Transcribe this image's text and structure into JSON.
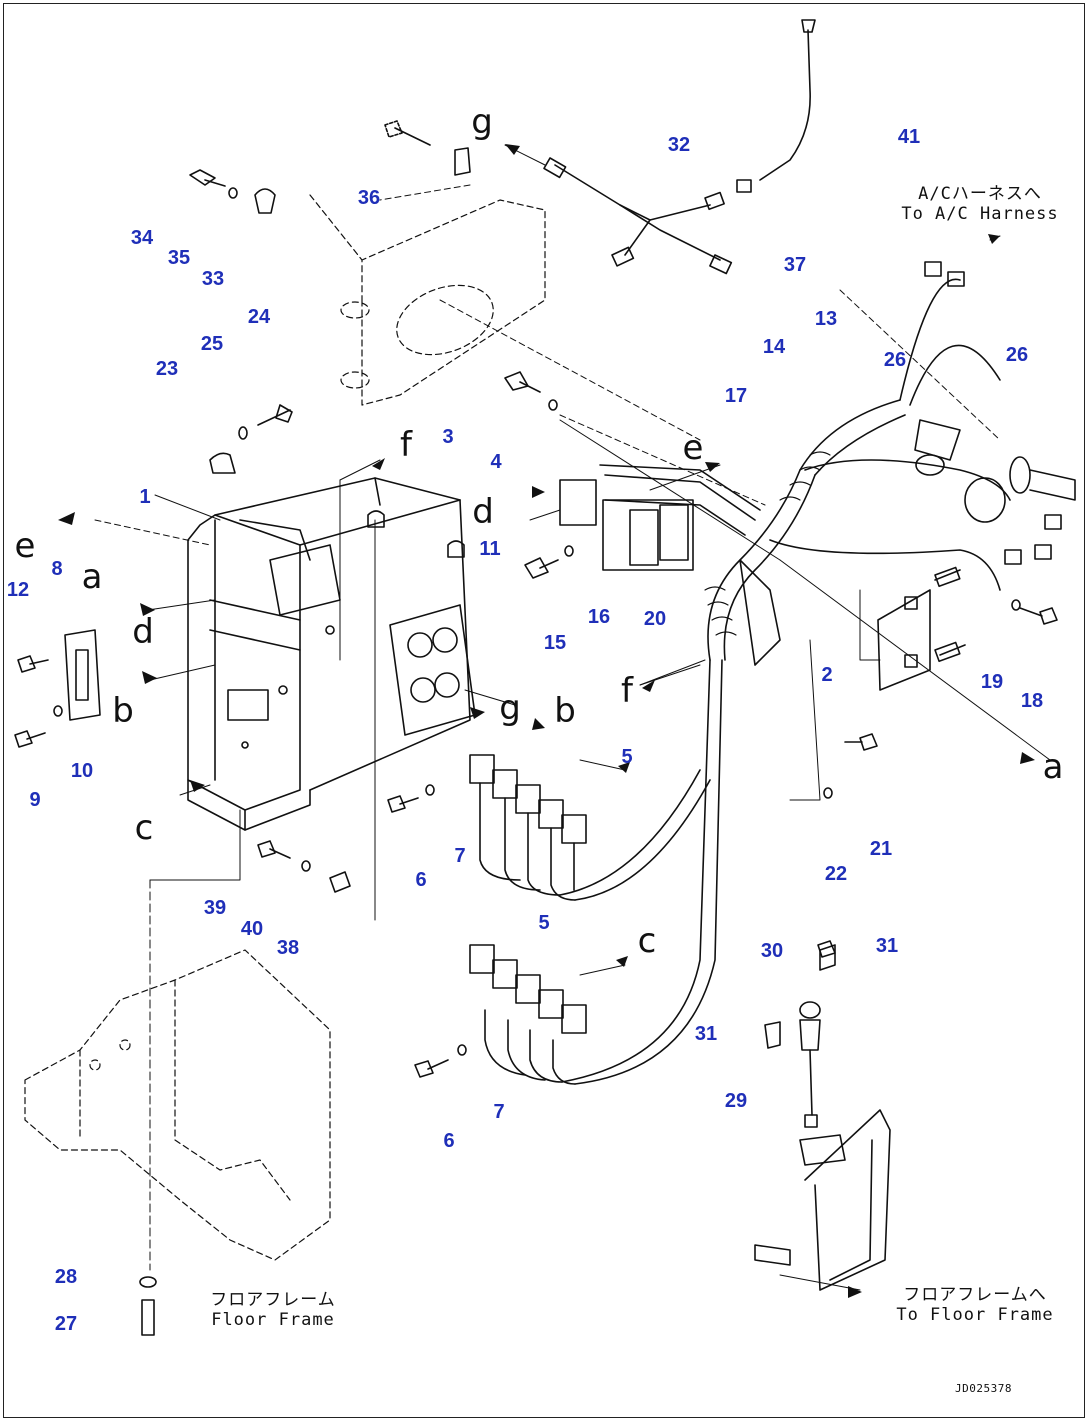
{
  "callouts": {
    "c1": "1",
    "c2": "2",
    "c3": "3",
    "c4": "4",
    "c5a": "5",
    "c5b": "5",
    "c6a": "6",
    "c6b": "6",
    "c7a": "7",
    "c7b": "7",
    "c8": "8",
    "c9": "9",
    "c10": "10",
    "c11": "11",
    "c12": "12",
    "c13": "13",
    "c14": "14",
    "c15": "15",
    "c16": "16",
    "c17": "17",
    "c18": "18",
    "c19": "19",
    "c20": "20",
    "c21": "21",
    "c22": "22",
    "c23": "23",
    "c24": "24",
    "c25": "25",
    "c26a": "26",
    "c26b": "26",
    "c27": "27",
    "c28": "28",
    "c29": "29",
    "c30": "30",
    "c31a": "31",
    "c31b": "31",
    "c32": "32",
    "c33": "33",
    "c34": "34",
    "c35": "35",
    "c36": "36",
    "c37": "37",
    "c38": "38",
    "c39": "39",
    "c40": "40",
    "c41": "41"
  },
  "refs": {
    "a_right": "a",
    "a_left": "a",
    "b_left": "b",
    "b_center": "b",
    "c_left": "c",
    "c_center": "c",
    "d_left": "d",
    "d_center": "d",
    "e_left": "e",
    "e_center": "e",
    "f_top": "f",
    "f_center": "f",
    "g_top": "g",
    "g_center": "g"
  },
  "notes": {
    "ac_harness_jp": "A/Cハーネスへ",
    "ac_harness_en": "To A/C Harness",
    "floor_frame_jp": "フロアフレーム",
    "floor_frame_en": "Floor Frame",
    "to_floor_frame_jp": "フロアフレームへ",
    "to_floor_frame_en": "To Floor Frame"
  },
  "doc_id": "JD025378",
  "colors": {
    "callout": "#1f2fb8",
    "line": "#111111"
  }
}
